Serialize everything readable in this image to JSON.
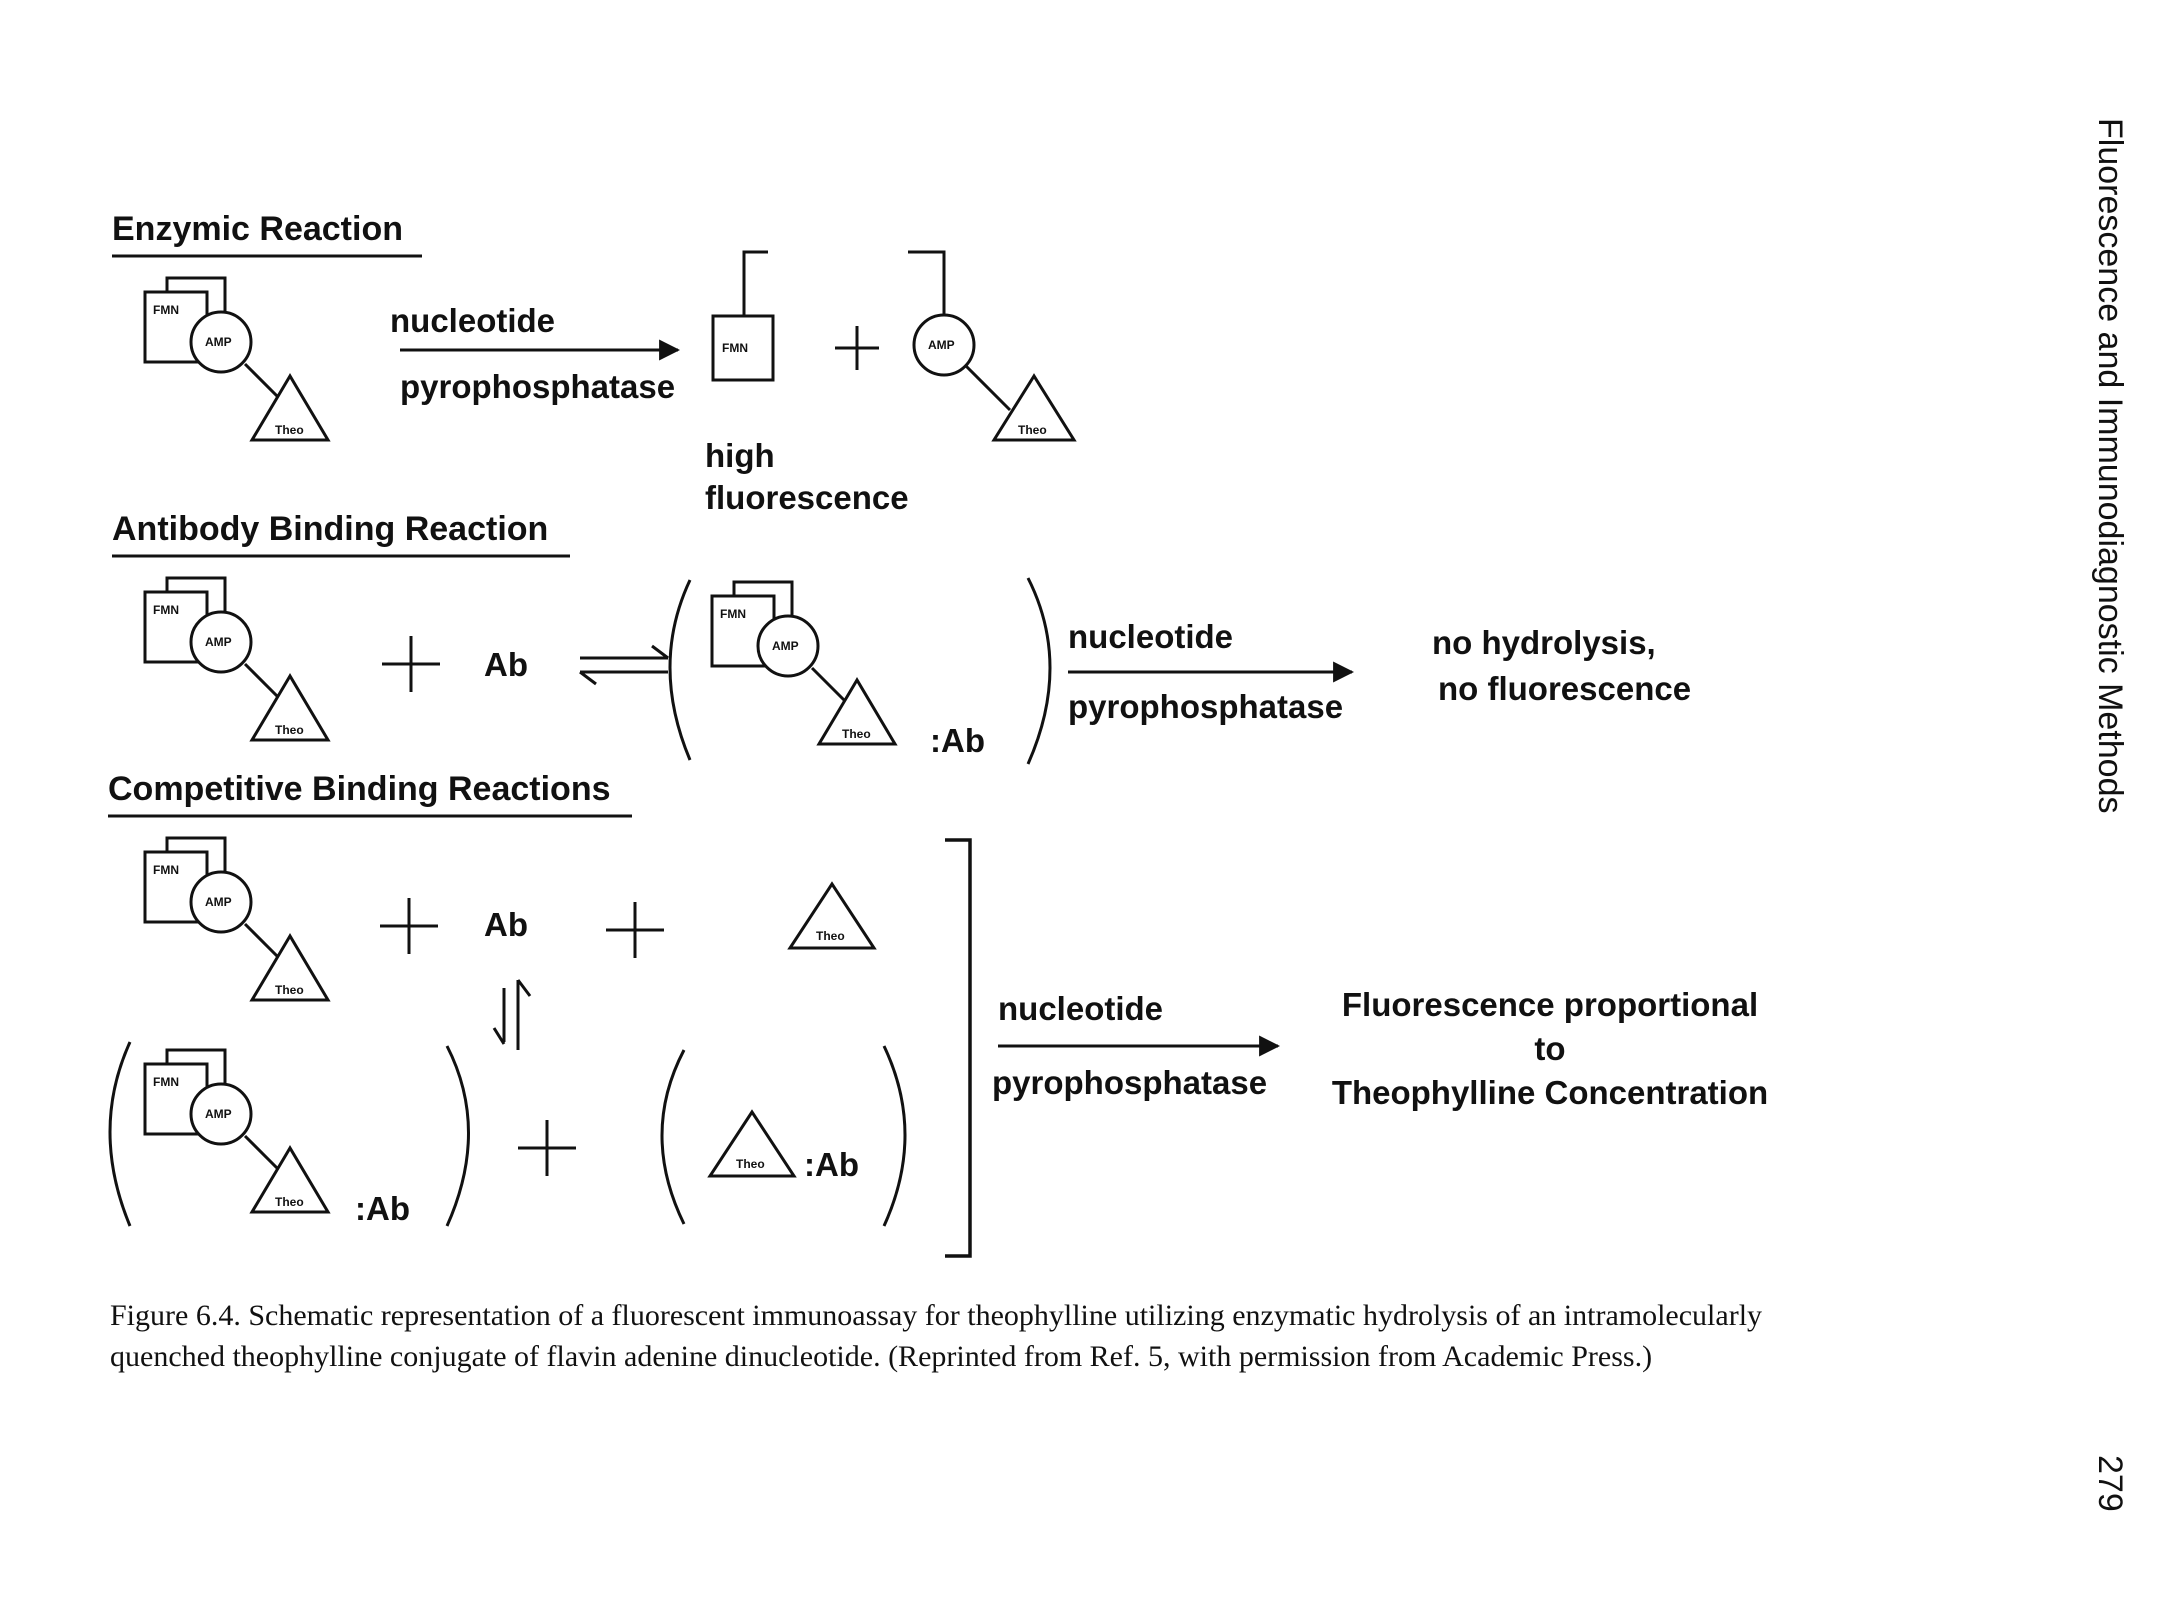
{
  "sections": {
    "enzymic": "Enzymic Reaction",
    "antibody": "Antibody Binding Reaction",
    "competitive": "Competitive Binding Reactions"
  },
  "molecule_labels": {
    "fmn": "FMN",
    "amp": "AMP",
    "theo": "Theo"
  },
  "arrow_labels": {
    "enzyme_top": "nucleotide",
    "enzyme_bottom": "pyrophosphatase"
  },
  "species": {
    "antibody": "Ab",
    "complex_suffix": ":Ab",
    "plus": "+"
  },
  "outcomes": {
    "high_line1": "high",
    "high_line2": "fluorescence",
    "none_line1": "no hydrolysis,",
    "none_line2": "no fluorescence",
    "prop_line1": "Fluorescence proportional",
    "prop_line2": "to",
    "prop_line3": "Theophylline Concentration"
  },
  "caption": "Figure 6.4. Schematic representation of a fluorescent immunoassay for theophylline utilizing enzymatic hydrolysis of an intramolecularly quenched theophylline conjugate of flavin adenine dinucleotide. (Reprinted from Ref. 5, with permission from Academic Press.)",
  "running_head": "Fluorescence and Immunodiagnostic Methods",
  "page_number": "279"
}
